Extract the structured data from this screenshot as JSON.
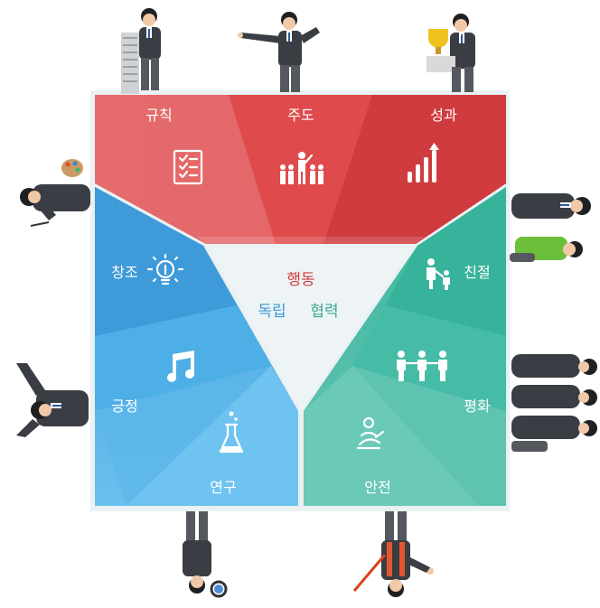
{
  "labels": {
    "rules": "규칙",
    "lead": "주도",
    "achievement": "성과",
    "creativity": "창조",
    "kindness": "친절",
    "positive": "긍정",
    "peace": "평화",
    "research": "연구",
    "safety": "안전",
    "action": "행동",
    "independence": "독립",
    "cooperation": "협력"
  },
  "colors": {
    "red": "#dd4446",
    "blue": "#4ba6e0",
    "teal": "#4cbca6",
    "center": "#eef4f5",
    "action_text": "#d43d3f",
    "independence_text": "#3a97d6",
    "cooperation_text": "#3aa894"
  },
  "icons": {
    "rules": "checklist-icon",
    "lead": "group-leader-icon",
    "achievement": "growth-chart-icon",
    "creativity": "lightbulb-icon",
    "kindness": "parent-child-icon",
    "positive": "music-note-icon",
    "peace": "people-holding-hands-icon",
    "research": "flask-icon",
    "safety": "seated-person-icon"
  }
}
